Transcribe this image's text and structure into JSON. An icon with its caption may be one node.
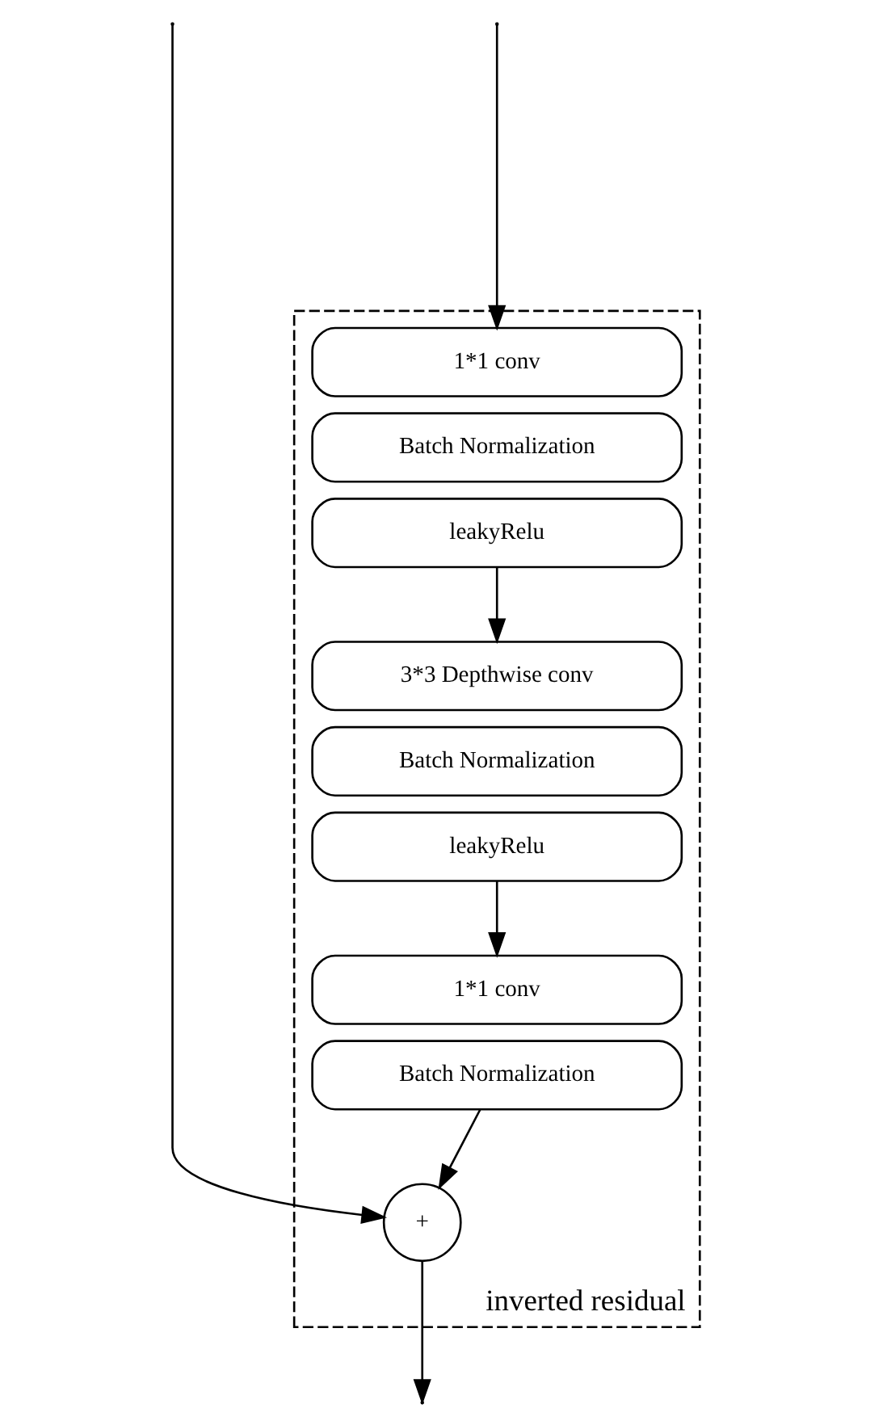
{
  "diagram": {
    "nodes": [
      {
        "text": [
          "inverted residual"
        ]
      },
      {
        "text": [
          "1*1 conv"
        ],
        "in": 0
      },
      {
        "text": [
          "Batch Normalization"
        ],
        "in": 0
      },
      {
        "text": [
          "leakyRelu"
        ],
        "in": 0
      },
      {
        "text": [
          "3*3 Depthwise conv"
        ],
        "in": 0
      },
      {
        "text": [
          "Batch Normalization"
        ],
        "in": 0
      },
      {
        "text": [
          "leakyRelu"
        ],
        "in": 0
      },
      {
        "text": [
          "1*1 conv"
        ],
        "in": 0
      },
      {
        "text": [
          "Batch Normalization"
        ],
        "in": 0
      },
      {
        "text": [
          "+"
        ],
        "in": 0
      }
    ],
    "edges": [
      {
        "from": null,
        "to": 1,
        "arrow": "to"
      },
      {
        "from": null,
        "to": 9,
        "arrow": "to"
      },
      {
        "from": 3,
        "to": 4,
        "arrow": "to"
      },
      {
        "from": 6,
        "to": 7,
        "arrow": "to"
      },
      {
        "from": 8,
        "to": 9,
        "arrow": "to"
      },
      {
        "from": 9,
        "to": null,
        "arrow": "to"
      }
    ]
  }
}
